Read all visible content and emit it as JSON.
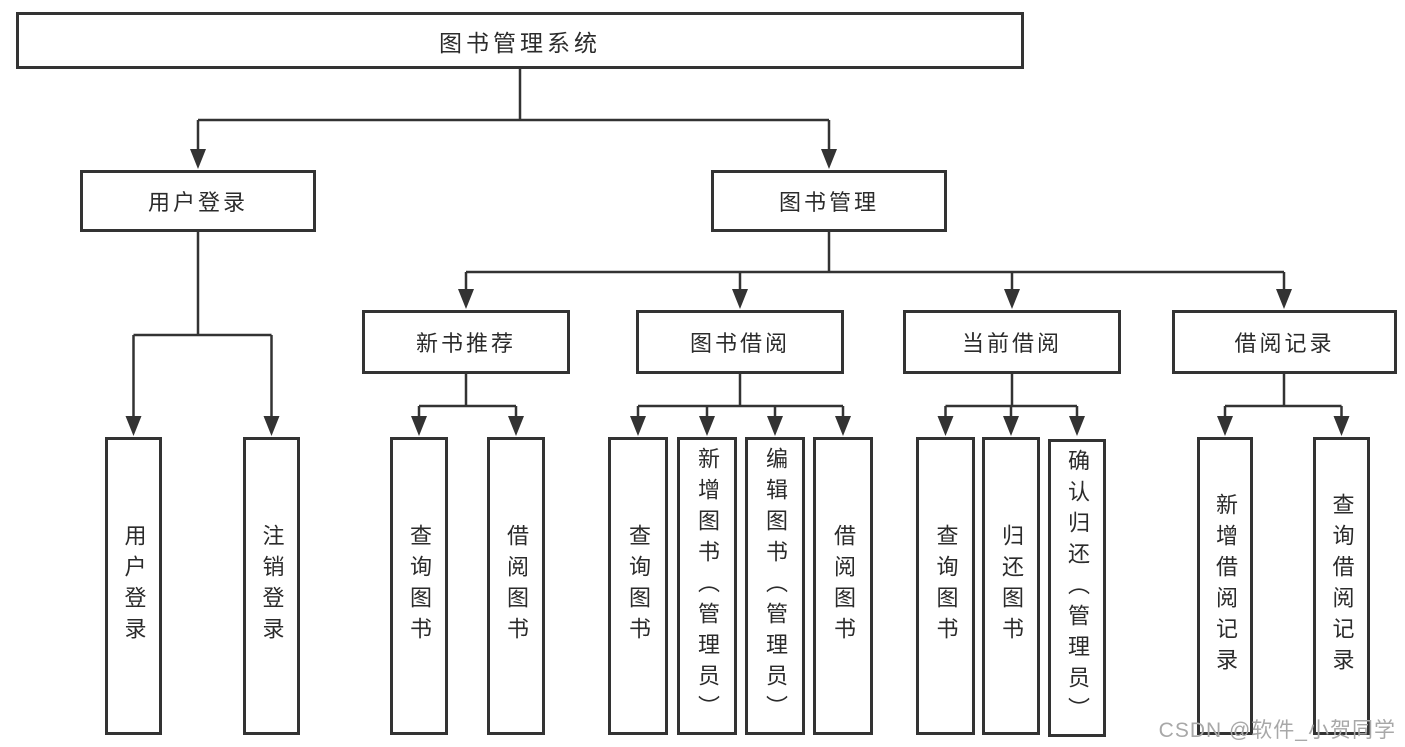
{
  "tree": {
    "label": "图书管理系统",
    "children": [
      {
        "label": "用户登录",
        "children": [
          {
            "label": "用户登录"
          },
          {
            "label": "注销登录"
          }
        ]
      },
      {
        "label": "图书管理",
        "children": [
          {
            "label": "新书推荐",
            "children": [
              {
                "label": "查询图书"
              },
              {
                "label": "借阅图书"
              }
            ]
          },
          {
            "label": "图书借阅",
            "children": [
              {
                "label": "查询图书"
              },
              {
                "label": "新增图书（管理员）"
              },
              {
                "label": "编辑图书（管理员）"
              },
              {
                "label": "借阅图书"
              }
            ]
          },
          {
            "label": "当前借阅",
            "children": [
              {
                "label": "查询图书"
              },
              {
                "label": "归还图书"
              },
              {
                "label": "确认归还（管理员）"
              }
            ]
          },
          {
            "label": "借阅记录",
            "children": [
              {
                "label": "新增借阅记录"
              },
              {
                "label": "查询借阅记录"
              }
            ]
          }
        ]
      }
    ]
  },
  "watermark": {
    "text": "CSDN @软件_小贺同学"
  },
  "colors": {
    "line": "#333333",
    "box_border": "#333333",
    "background": "#ffffff",
    "text": "#2b2b2b",
    "watermark": "#a8a8a8"
  }
}
